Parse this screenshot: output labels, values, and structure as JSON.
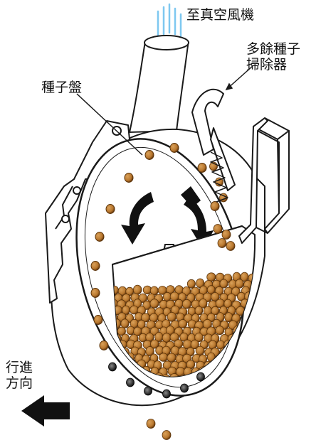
{
  "labels": {
    "vacuum_fan": "至真空風機",
    "seed_plate": "種子盤",
    "remover_line1": "多餘種子",
    "remover_line2": "掃除器",
    "direction_line1": "行進",
    "direction_line2": "方向"
  },
  "colors": {
    "line": "#1a1a1a",
    "seed": "#b8772e",
    "seed_dark": "#7a4712",
    "airflow": "#7ec8f0",
    "arrow": "#111111"
  },
  "icons": [
    "airflow-icon",
    "rotation-arrow-icon",
    "direction-arrow-icon"
  ]
}
